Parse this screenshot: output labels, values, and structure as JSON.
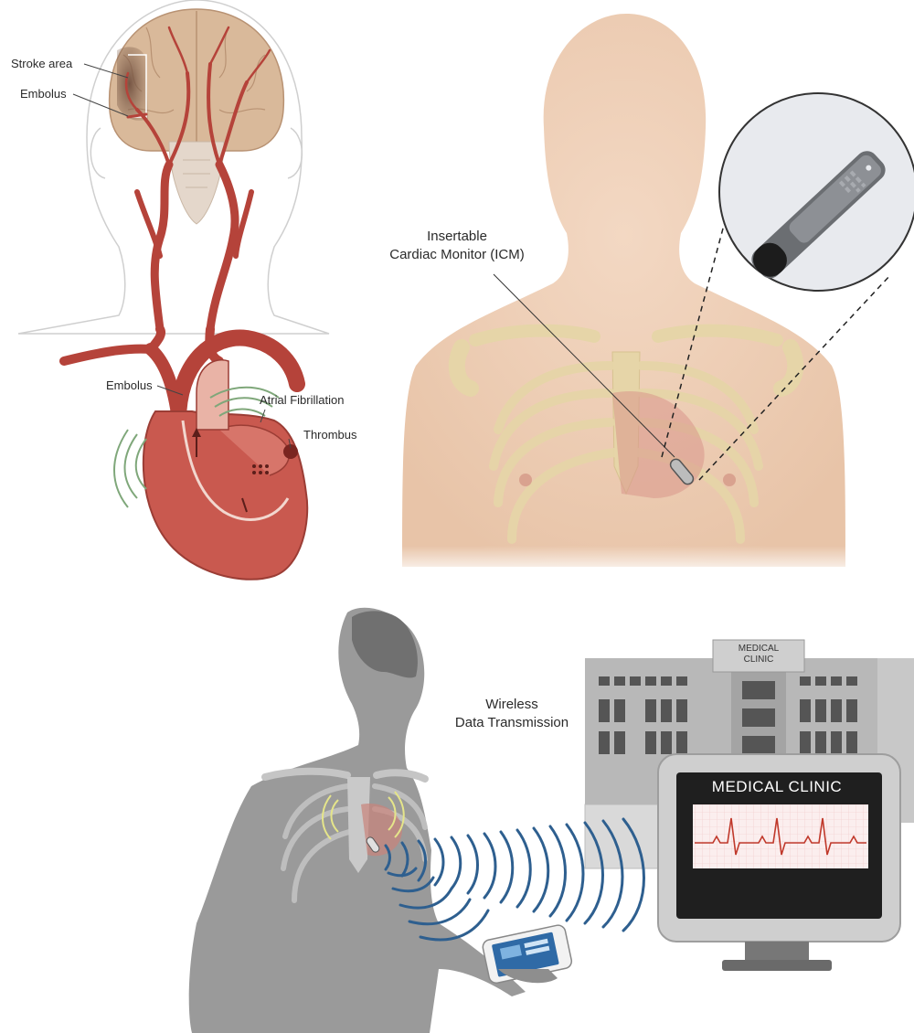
{
  "labels": {
    "stroke_area": "Stroke area",
    "embolus_brain": "Embolus",
    "embolus_aorta": "Embolus",
    "atrial_fibrillation": "Atrial Fibrillation",
    "thrombus": "Thrombus",
    "icm_line1": "Insertable",
    "icm_line2": "Cardiac Monitor (ICM)",
    "wireless_line1": "Wireless",
    "wireless_line2": "Data Transmission",
    "clinic_sign_line1": "MEDICAL",
    "clinic_sign_line2": "CLINIC",
    "monitor_title": "MEDICAL CLINIC"
  },
  "colors": {
    "artery": "#b5433a",
    "heart": "#c9594f",
    "skin": "#f0cdb2",
    "bone": "#e6d5a8",
    "brain": "#d9b99a",
    "person_gray": "#9a9a9a",
    "wave_blue": "#2e5f8f",
    "screen_dark": "#1f1f1f",
    "ecg_red": "#c0392b",
    "building_gray": "#a9a9a9",
    "afib_wave": "#7fa77a"
  }
}
